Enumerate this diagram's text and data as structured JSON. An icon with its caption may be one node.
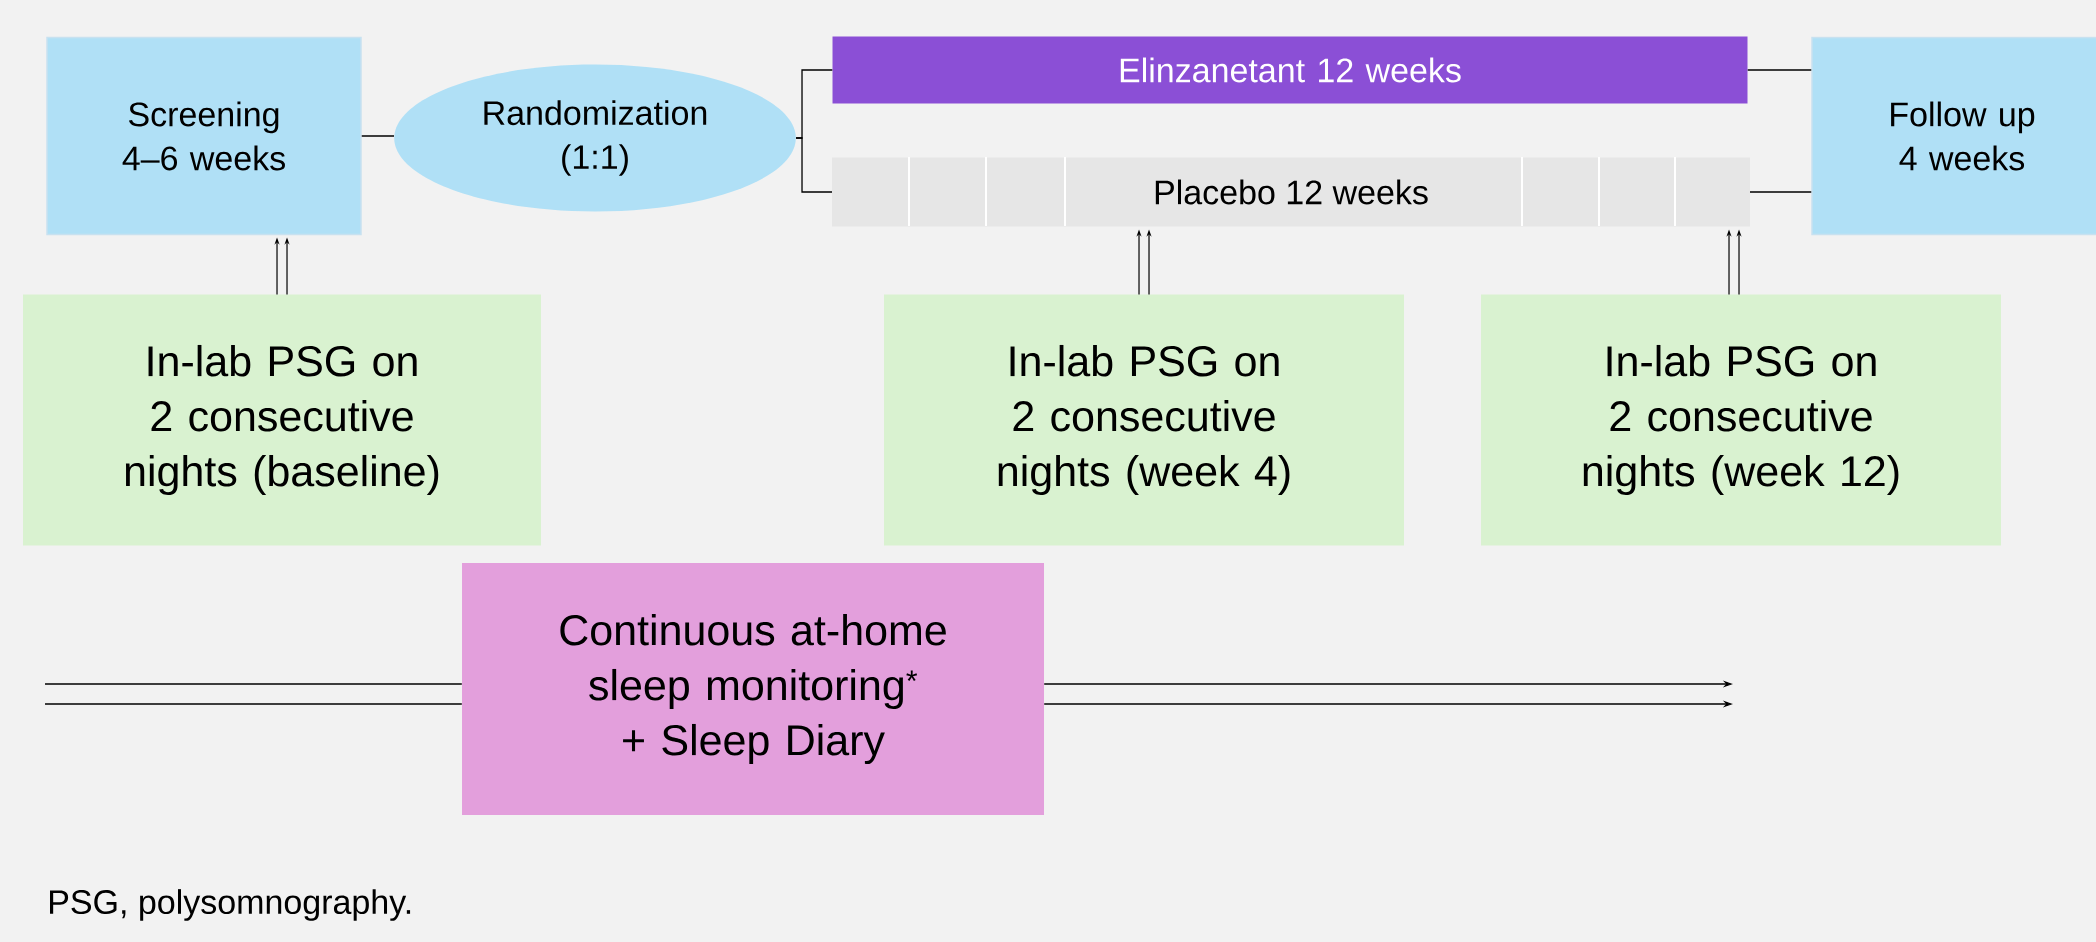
{
  "diagram": {
    "nodes": [
      {
        "text": [
          "Screening 4–6 weeks"
        ]
      },
      {
        "text": [
          "Randomization (1:1)"
        ]
      },
      {
        "text": [
          "Elinzanetant 12 weeks"
        ]
      },
      {
        "text": [
          "Placebo 12 weeks"
        ]
      },
      {
        "text": [
          "Follow up 4 weeks"
        ]
      },
      {
        "text": [
          "In-lab PSG on 2 consecutive nights (baseline)"
        ]
      },
      {
        "text": [
          "In-lab PSG on 2 consecutive nights (week 4)"
        ]
      },
      {
        "text": [
          "In-lab PSG on 2 consecutive nights (week 12)"
        ]
      },
      {
        "text": [
          "Continuous at-home sleep monitoring$^{*}$ + Sleep Diary"
        ]
      }
    ],
    "edges": [
      {
        "from": 0,
        "to": 1,
        "arrow": "none"
      },
      {
        "from": 1,
        "to": 2,
        "arrow": "none"
      },
      {
        "from": 1,
        "to": 3,
        "arrow": "none"
      },
      {
        "from": 2,
        "to": 4,
        "arrow": "none"
      },
      {
        "from": 3,
        "to": 4,
        "arrow": "none"
      },
      {
        "from": 5,
        "to": 0,
        "arrow": "to"
      },
      {
        "from": 6,
        "to": 3,
        "arrow": "to"
      },
      {
        "from": 7,
        "to": 3,
        "arrow": "to"
      },
      {
        "from": null,
        "to": 8,
        "arrow": "none"
      },
      {
        "from": 8,
        "to": null,
        "arrow": "to"
      }
    ],
    "labels": [
      "PSG, polysomnography."
    ]
  }
}
